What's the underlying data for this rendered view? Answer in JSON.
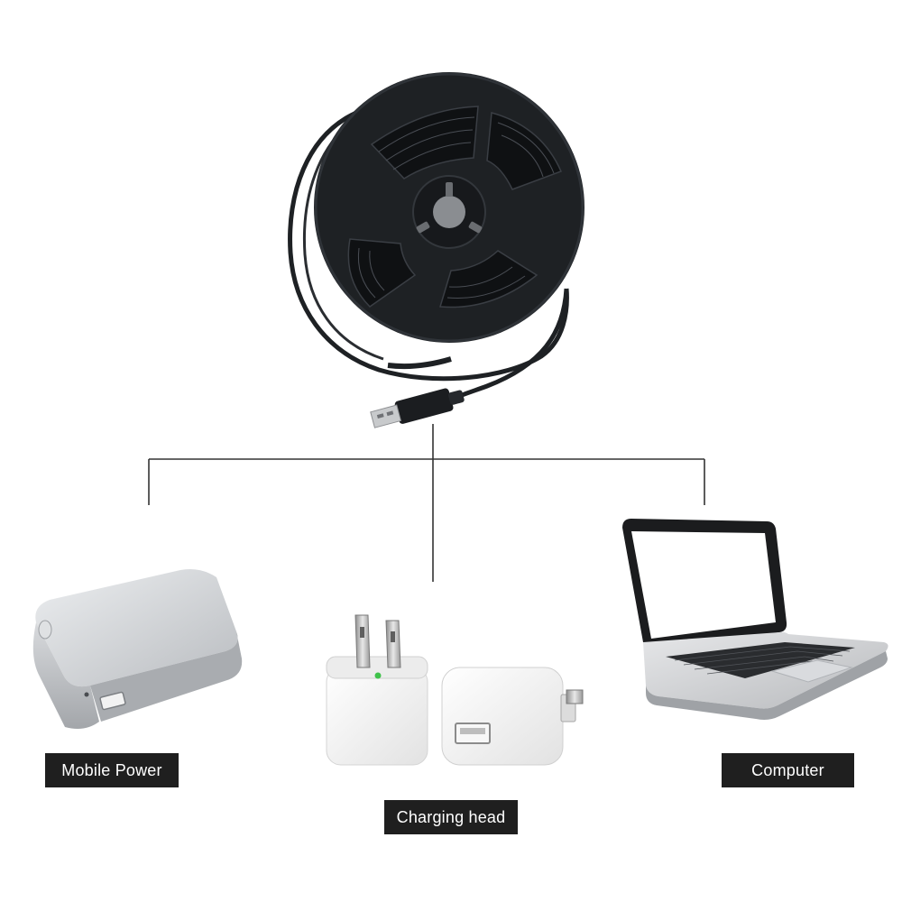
{
  "labels": {
    "mobile_power": "Mobile Power",
    "charging_head": "Charging head",
    "computer": "Computer"
  },
  "colors": {
    "label_bg": "#1f1f1f",
    "label_text": "#ffffff",
    "connector_line": "#333333",
    "reel": "#1e2124",
    "power_bank": "#c4c7cb",
    "charger": "#f4f4f4",
    "led_green": "#3fc24a"
  },
  "icons": {
    "reel": "led-strip-reel-icon",
    "usb_plug": "usb-plug-icon",
    "power_bank": "power-bank-icon",
    "chargers": "usb-wall-charger-icon",
    "laptop": "laptop-icon"
  }
}
